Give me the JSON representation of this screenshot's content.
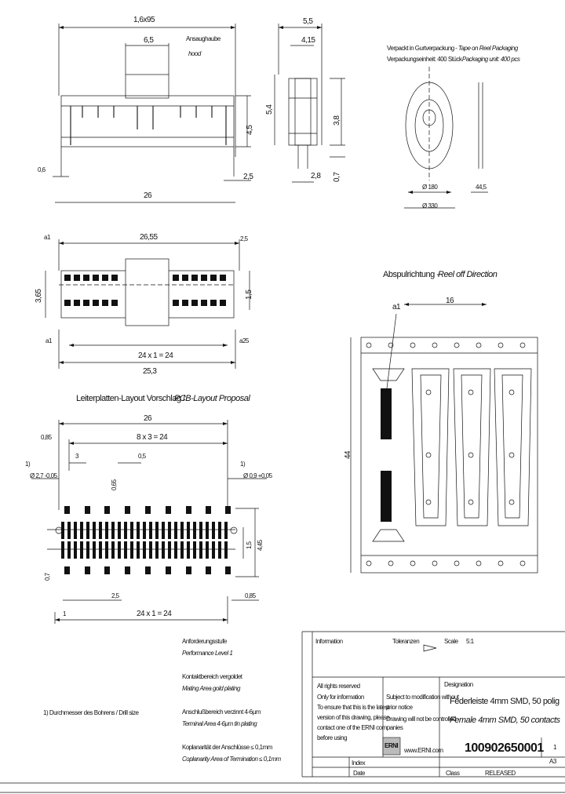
{
  "top_view": {
    "overall_dim": "1,6x95",
    "tab_dim": "6,5",
    "hood_de": "Ansaughaube",
    "hood_en": "hood",
    "height_dim": "4,5",
    "pin_dia": "0,6",
    "base_dim": "26",
    "tail_dim": "2,5"
  },
  "side_view": {
    "w1": "5,5",
    "w2": "4,15",
    "h1": "5,4",
    "h2": "3,8",
    "pin_len": "0,7",
    "foot": "2,8"
  },
  "reel": {
    "note_de_1": "Verpackt in Gurtverpackung",
    "note_en_1": "- Tape on Reel Packaging",
    "note_de_2": "Verpackungseinheit: 400 Stück",
    "note_en_2": "- Packaging unit: 400 pcs",
    "hub_dia": "Ø 180",
    "reel_dia": "Ø 330",
    "width": "44,5"
  },
  "plan_view": {
    "overall": "26,55",
    "dim_right": "2,5",
    "height": "3,65",
    "height_r": "1,5",
    "label_a": "a1",
    "label_b": "a25",
    "pitch": "24 x 1 = 24",
    "total": "25,3"
  },
  "reel_direction": {
    "title_de": "Abspulrichtung -",
    "title_en": "Reel off Direction",
    "pin_label": "a1",
    "pitch": "16",
    "tape_width": "44"
  },
  "pcb": {
    "title_de": "Leiterplatten-Layout Vorschlag /",
    "title_en": "PCB-Layout Proposal",
    "overall": "26",
    "edge": "0,85",
    "pitch_big": "8 x 3 = 24",
    "span3": "3",
    "pad_w": "0,5",
    "hole_note": "Ø 2,7 -0,05",
    "hole_note2": "Ø 0,9 +0,05",
    "pad_h": "0,65",
    "row_gap": "1,5",
    "row_total": "4,45",
    "left_v": "0,7",
    "offset": "2,5",
    "first": "1",
    "pitch_small": "24 x 1 = 24",
    "right_edge": "0,85",
    "star": "1)"
  },
  "specs": {
    "perf_de": "Anforderungsstufe",
    "perf_en": "Performance Level 1",
    "mating_de": "Kontaktbereich vergoldet",
    "mating_en": "Mating Area gold plating",
    "term_de": "Anschlußbereich verzinnt 4-6µm",
    "term_en": "Terminal Area 4-6µm tin plating",
    "copl_de": "Koplanarität der Anschlüsse ≤ 0,1mm",
    "copl_en": "Coplanarity Area of Termination ≤ 0,1mm",
    "footnote": "1) Durchmesser des Bohrens / Drill size"
  },
  "title_block": {
    "tolerance_lbl": "Toleranzen",
    "scale_lbl": "Scale",
    "scale_val": "5:1",
    "info_lbl": "Information",
    "rights": "All rights reserved",
    "only_info": "Only for information",
    "ensure_1": "To ensure that this is the latest",
    "ensure_2": "version of this drawing, please",
    "ensure_3": "contact one of the ERNI companies",
    "ensure_4": "before using",
    "subject_1": "Subject to modification without",
    "subject_2": "prior notice",
    "controlled": "Drawing will not be controlled",
    "designation_lbl": "Designation",
    "name_de": "Federleiste 4mm SMD, 50 polig",
    "name_en": "Female 4mm SMD, 50 contacts",
    "url": "www.ERNI.com",
    "logo": "ERNI",
    "part_no": "100902650001",
    "sheet": "1",
    "format": "A3",
    "index_lbl": "Index",
    "date_lbl": "Date",
    "class_lbl": "Class",
    "released": "RELEASED"
  }
}
